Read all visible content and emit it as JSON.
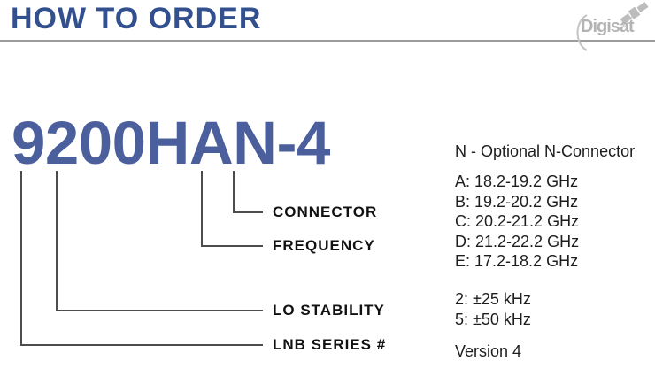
{
  "header": {
    "title": "HOW TO ORDER",
    "logo": {
      "text": "Digisat",
      "icon": "satellite-icon"
    }
  },
  "part_number": "9200HAN-4",
  "callouts": {
    "connector": "CONNECTOR",
    "frequency": "FREQUENCY",
    "lo_stability": "LO STABILITY",
    "lnb_series": "LNB SERIES #"
  },
  "legend": {
    "connector_note": "N - Optional N-Connector",
    "frequency_options": [
      "A: 18.2-19.2 GHz",
      "B: 19.2-20.2 GHz",
      "C: 20.2-21.2 GHz",
      "D: 21.2-22.2 GHz",
      "E: 17.2-18.2 GHz"
    ],
    "stability_options": [
      "2: ±25 kHz",
      "5: ±50 kHz"
    ],
    "version": "Version 4"
  },
  "colors": {
    "title_blue": "#33508E",
    "part_number_blue": "#4B5F9D",
    "callout_line_gray": "#4d4d4d",
    "header_rule_gray": "#9b9b9b",
    "logo_gray": "#b4b4b4",
    "background": "#ffffff"
  }
}
